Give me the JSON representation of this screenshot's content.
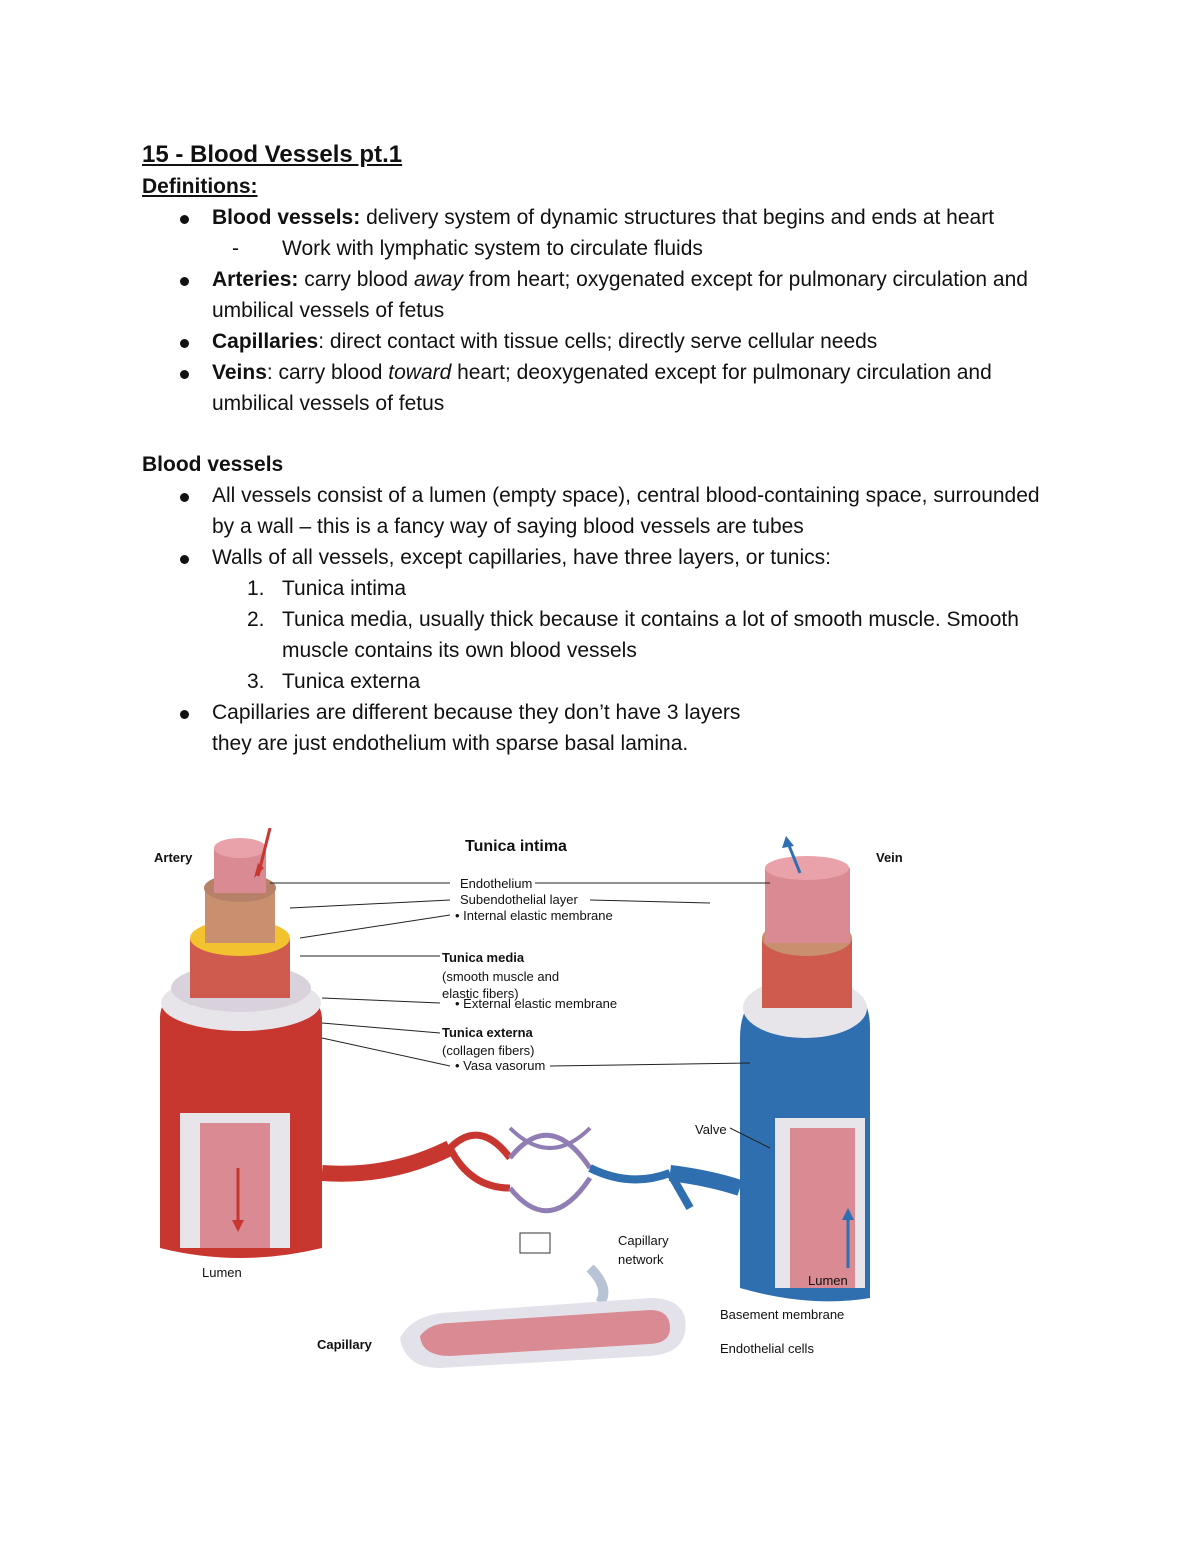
{
  "title": "15 - Blood Vessels pt.1",
  "definitions_heading": "Definitions:",
  "definitions": [
    {
      "term": "Blood vessels:",
      "text": " delivery system of dynamic structures that begins and ends at heart"
    },
    {
      "sub": "Work with lymphatic system to circulate fluids"
    },
    {
      "term": "Arteries:",
      "text_a": " carry blood ",
      "em": "away",
      "text_b": " from heart; oxygenated except for pulmonary circulation and umbilical vessels of fetus"
    },
    {
      "term": "Capillaries",
      "text": ": direct contact with tissue cells; directly serve cellular needs"
    },
    {
      "term": "Veins",
      "text_a": ": carry blood ",
      "em": "toward",
      "text_b": " heart; deoxygenated except for pulmonary circulation and umbilical vessels of fetus"
    }
  ],
  "section2_heading": "Blood vessels",
  "section2": {
    "b1": "All vessels consist of a lumen (empty space), central blood-containing space, surrounded by a wall – this is a fancy way of saying blood vessels are tubes",
    "b2": "Walls of all vessels, except capillaries, have three layers, or tunics:",
    "n1": "Tunica intima",
    "n2": "Tunica media, usually thick because it contains a lot of smooth muscle. Smooth muscle contains its own blood vessels",
    "n3": "Tunica externa",
    "b3a": "Capillaries are different because they don’t have 3 layers",
    "b3b": "they are just endothelium with sparse basal lamina."
  },
  "figure": {
    "artery": "Artery",
    "vein": "Vein",
    "tunica_intima": "Tunica intima",
    "endothelium": "Endothelium",
    "subendothelial": "Subendothelial layer",
    "internal_elastic": "• Internal elastic membrane",
    "tunica_media": "Tunica media",
    "tunica_media_sub1": "(smooth muscle and",
    "tunica_media_sub2": "elastic fibers)",
    "external_elastic": "• External elastic membrane",
    "tunica_externa": "Tunica externa",
    "tunica_externa_sub": "(collagen fibers)",
    "vasa_vasorum": "• Vasa vasorum",
    "valve": "Valve",
    "lumen_left": "Lumen",
    "lumen_right": "Lumen",
    "capillary_network_1": "Capillary",
    "capillary_network_2": "network",
    "capillary": "Capillary",
    "basement_membrane": "Basement membrane",
    "endothelial_cells": "Endothelial cells",
    "colors": {
      "artery": "#c8372f",
      "vein": "#2f6fb0",
      "intima": "#d98a93",
      "media": "#cf5a4e",
      "elastic": "#f2c230",
      "externa": "#e7e4ea"
    }
  }
}
